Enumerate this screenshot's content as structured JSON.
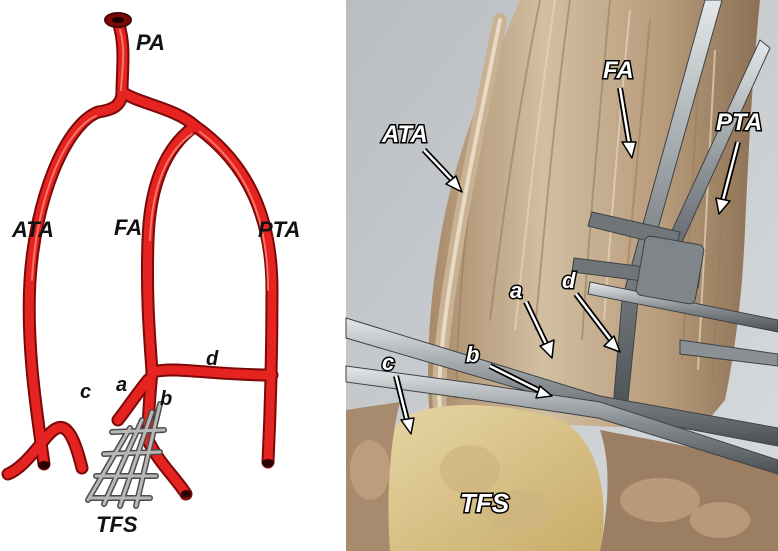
{
  "diagram": {
    "labels": {
      "pa": "PA",
      "ata": "ATA",
      "fa": "FA",
      "pta": "PTA",
      "a": "a",
      "b": "b",
      "c": "c",
      "d": "d",
      "tfs": "TFS"
    },
    "colors": {
      "artery": "#e52320",
      "artery_dark": "#8e0b0a",
      "tool_metal": "#8a8a8a"
    }
  },
  "photo": {
    "labels": {
      "ata": "ATA",
      "fa": "FA",
      "pta": "PTA",
      "a": "a",
      "b": "b",
      "c": "c",
      "d": "d",
      "tfs": "TFS"
    },
    "colors": {
      "background": "#c3c7ca",
      "tissue": "#bca58a",
      "bone": "#d8c28a",
      "instrument": "#8d9396"
    }
  }
}
